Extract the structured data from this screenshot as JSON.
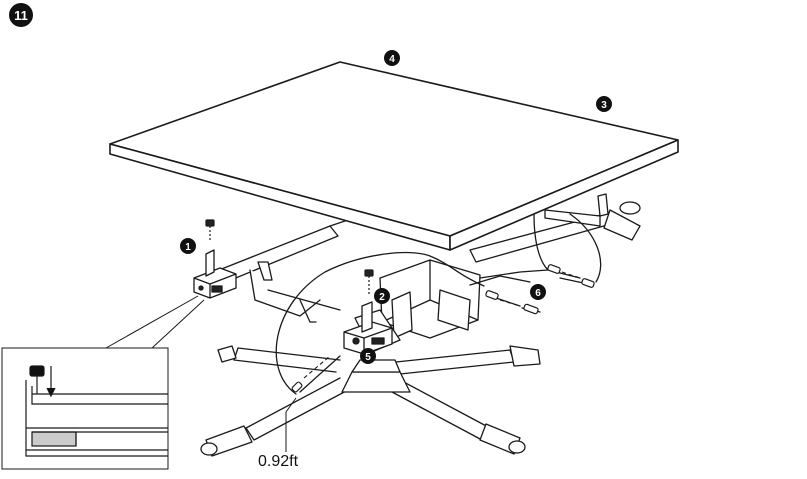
{
  "step": {
    "number": "11"
  },
  "callouts": {
    "c1": "1",
    "c2": "2",
    "c3": "3",
    "c4": "4",
    "c5": "5",
    "c6": "6"
  },
  "dimension": {
    "cable_length": "0.92ft"
  },
  "colors": {
    "line": "#1a1a1a",
    "badge": "#111111",
    "fill": "#ffffff",
    "shade": "#cccccc"
  }
}
